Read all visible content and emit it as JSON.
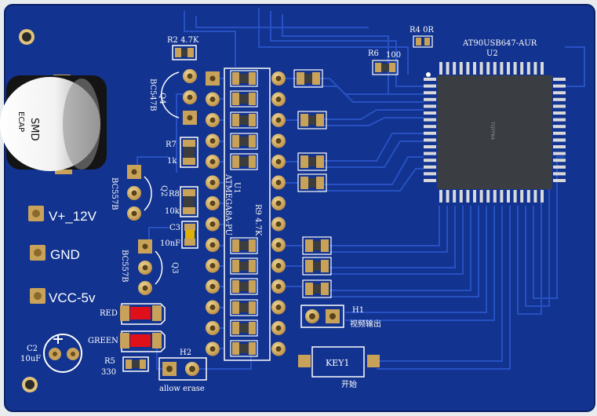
{
  "colors": {
    "background": "#e9ecef",
    "board": "#12338f",
    "board_dark": "#0c2776",
    "trace": "#2a55c8",
    "pad": "#c9a25a",
    "pad_light": "#e0c27a",
    "silkscreen": "#ffffff",
    "chip_body": "#3a3d42",
    "chip_pin": "#d9d9d9",
    "smd_body": "#3d3d3d",
    "led_red": "#e0101a"
  },
  "labels": {
    "r2": "R2 4.7K",
    "r4": "R4 0R",
    "r6": "R6",
    "r6_val": "100",
    "u2_part": "AT90USB647-AUR",
    "u2_ref": "U2",
    "u2_pkg": "TQFP64",
    "q4_ref": "Q4",
    "q4_part": "BC547B",
    "r7": "R7",
    "r7_val": "1k",
    "q2_ref": "Q2",
    "q2_part": "BC557B",
    "r8": "R8",
    "r8_val": "10k",
    "c3": "C3",
    "c3_val": "10nF",
    "q3_ref": "Q3",
    "q3_part": "BC557B",
    "r9": "R9 4.7K",
    "u1_ref": "U1",
    "u1_part": "ATMEGA8A-PU",
    "ecap_smd": "SMD",
    "ecap_ecap": "ECAP",
    "v_plus": "V+_12V",
    "gnd": "GND",
    "vcc": "VCC-5v",
    "red": "RED",
    "green": "GREEN",
    "c2": "C2",
    "c2_val": "10uF",
    "r5": "R5",
    "r5_val": "330",
    "h2": "H2",
    "allow_erase": "allow erase",
    "h1": "H1",
    "h1_desc": "视频输出",
    "key1": "KEY1",
    "key1_desc": "开始"
  }
}
